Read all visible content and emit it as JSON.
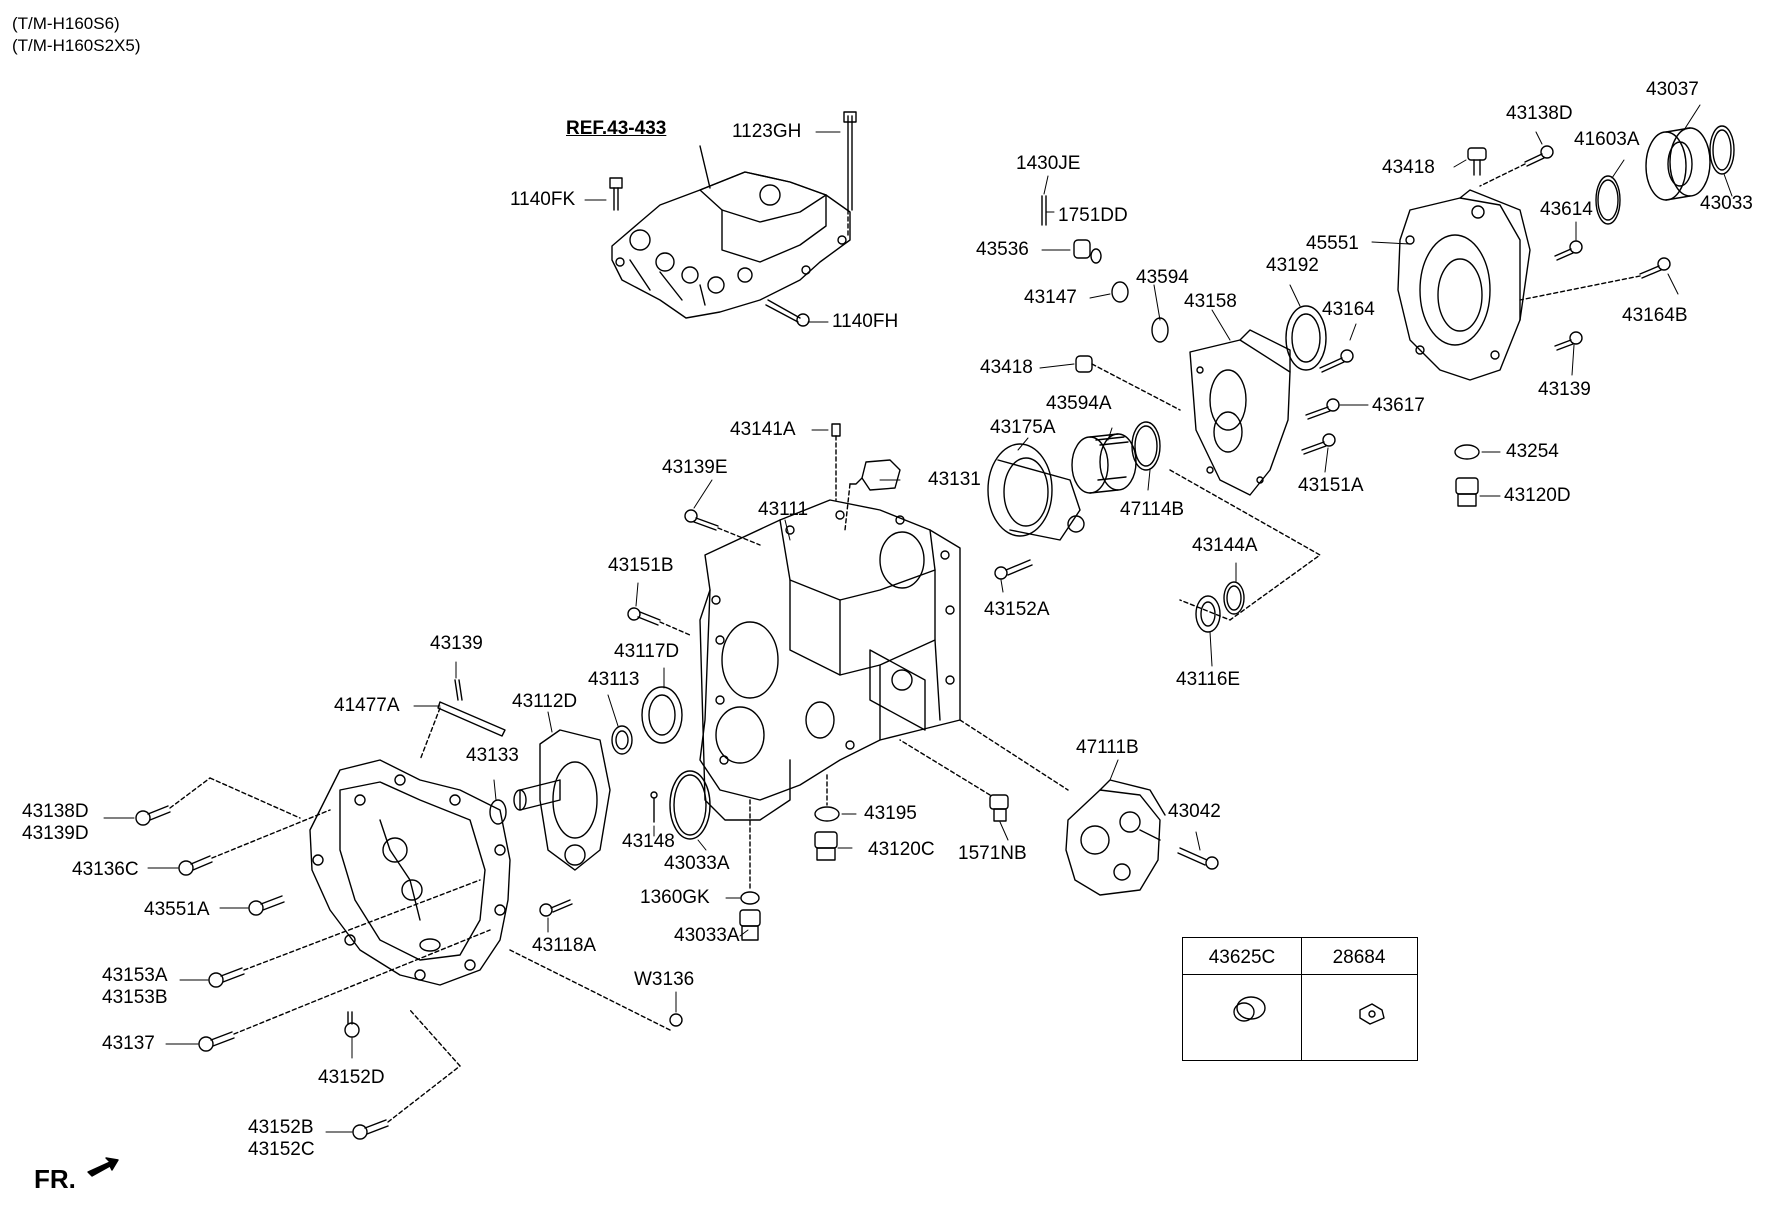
{
  "header": {
    "line1": "(T/M-H160S6)",
    "line2": "(T/M-H160S2X5)"
  },
  "ref_label": "REF.43-433",
  "front_label": "FR.",
  "callouts": {
    "c_1123GH": "1123GH",
    "c_1140FK": "1140FK",
    "c_1140FH": "1140FH",
    "c_1430JE": "1430JE",
    "c_1751DD": "1751DD",
    "c_43536": "43536",
    "c_43594": "43594",
    "c_43147": "43147",
    "c_43158": "43158",
    "c_43192": "43192",
    "c_43164": "43164",
    "c_43418_top": "43418",
    "c_43138D_top": "43138D",
    "c_43037": "43037",
    "c_41603A": "41603A",
    "c_43033": "43033",
    "c_43614": "43614",
    "c_45551": "45551",
    "c_43164B": "43164B",
    "c_43139_right": "43139",
    "c_43418_mid": "43418",
    "c_43594A": "43594A",
    "c_43175A": "43175A",
    "c_43617": "43617",
    "c_43151A": "43151A",
    "c_43254": "43254",
    "c_43120D": "43120D",
    "c_47114B": "47114B",
    "c_43141A": "43141A",
    "c_43131": "43131",
    "c_43139E": "43139E",
    "c_43111": "43111",
    "c_43152A": "43152A",
    "c_43144A": "43144A",
    "c_43116E": "43116E",
    "c_43151B": "43151B",
    "c_43117D": "43117D",
    "c_43113": "43113",
    "c_43139_left": "43139",
    "c_41477A": "41477A",
    "c_43112D": "43112D",
    "c_43133": "43133",
    "c_47111B": "47111B",
    "c_43042": "43042",
    "c_43195": "43195",
    "c_43120C": "43120C",
    "c_1571NB": "1571NB",
    "c_43148": "43148",
    "c_43033A_1": "43033A",
    "c_1360GK": "1360GK",
    "c_43033A_2": "43033A",
    "c_43138D_left": "43138D",
    "c_43139D": "43139D",
    "c_43136C": "43136C",
    "c_43551A": "43551A",
    "c_43118A": "43118A",
    "c_W3136": "W3136",
    "c_43153A": "43153A",
    "c_43153B": "43153B",
    "c_43137": "43137",
    "c_43152D": "43152D",
    "c_43152B": "43152B",
    "c_43152C": "43152C"
  },
  "legend": {
    "col1": "43625C",
    "col2": "28684"
  }
}
